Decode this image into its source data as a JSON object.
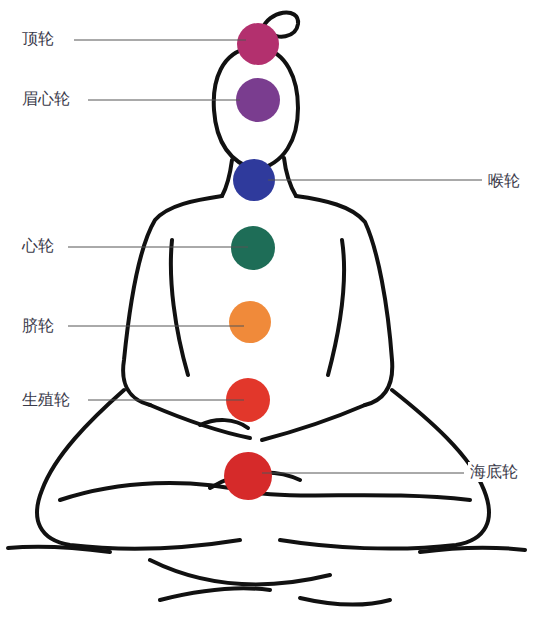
{
  "diagram": {
    "labels": [
      "顶轮",
      "眉心轮",
      "喉轮",
      "心轮",
      "脐轮",
      "生殖轮",
      "海底轮"
    ]
  }
}
